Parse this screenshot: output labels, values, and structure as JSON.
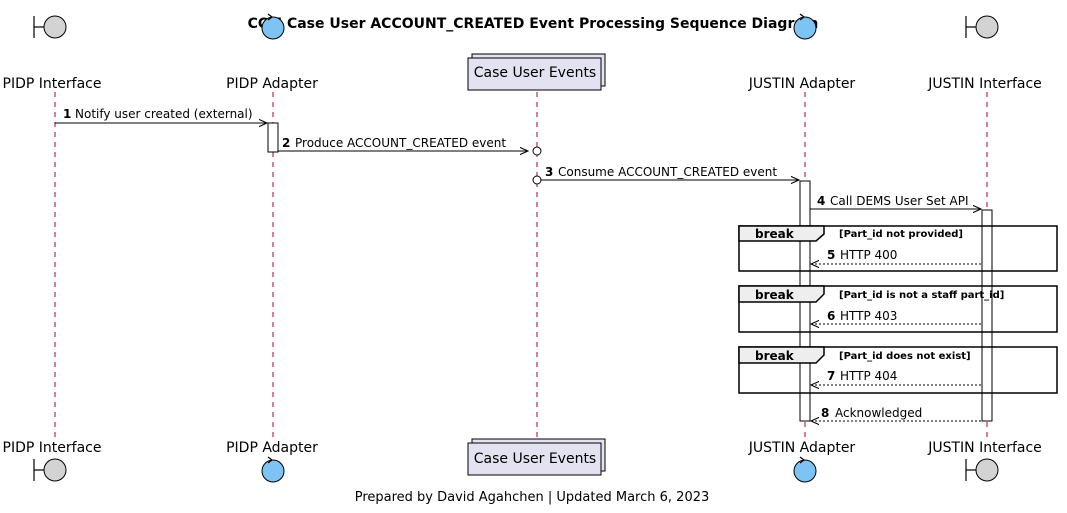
{
  "title": "CCM Case User ACCOUNT_CREATED Event Processing Sequence Diagram",
  "footer": "Prepared by David Agahchen | Updated March 6, 2023",
  "participants": {
    "pidp_interface": {
      "label": "PIDP Interface",
      "kind": "boundary"
    },
    "pidp_adapter": {
      "label": "PIDP Adapter",
      "kind": "control"
    },
    "case_user_events": {
      "label": "Case User Events",
      "kind": "queue"
    },
    "justin_adapter": {
      "label": "JUSTIN Adapter",
      "kind": "control"
    },
    "justin_interface": {
      "label": "JUSTIN Interface",
      "kind": "boundary"
    }
  },
  "messages": [
    {
      "num": "1",
      "text": "Notify user created (external)",
      "from": "PIDP Interface",
      "to": "PIDP Adapter",
      "style": "solid"
    },
    {
      "num": "2",
      "text": "Produce ACCOUNT_CREATED event",
      "from": "PIDP Adapter",
      "to": "Case User Events",
      "style": "solid"
    },
    {
      "num": "3",
      "text": "Consume ACCOUNT_CREATED event",
      "from": "Case User Events",
      "to": "JUSTIN Adapter",
      "style": "solid"
    },
    {
      "num": "4",
      "text": "Call DEMS User Set API",
      "from": "JUSTIN Adapter",
      "to": "JUSTIN Interface",
      "style": "solid"
    },
    {
      "num": "5",
      "text": "HTTP 400",
      "from": "JUSTIN Interface",
      "to": "JUSTIN Adapter",
      "style": "dashed"
    },
    {
      "num": "6",
      "text": "HTTP 403",
      "from": "JUSTIN Interface",
      "to": "JUSTIN Adapter",
      "style": "dashed"
    },
    {
      "num": "7",
      "text": "HTTP 404",
      "from": "JUSTIN Interface",
      "to": "JUSTIN Adapter",
      "style": "dashed"
    },
    {
      "num": "8",
      "text": "Acknowledged",
      "from": "JUSTIN Interface",
      "to": "JUSTIN Adapter",
      "style": "dashed"
    }
  ],
  "fragments": [
    {
      "keyword": "break",
      "condition": "[Part_id not provided]"
    },
    {
      "keyword": "break",
      "condition": "[Part_id is not a staff part_id]"
    },
    {
      "keyword": "break",
      "condition": "[Part_id does not exist]"
    }
  ],
  "colors": {
    "boundary_fill": "#d3d3d3",
    "control_fill": "#7dc4f5",
    "queue_fill": "#e2e2f0",
    "lifeline": "#a80036"
  }
}
